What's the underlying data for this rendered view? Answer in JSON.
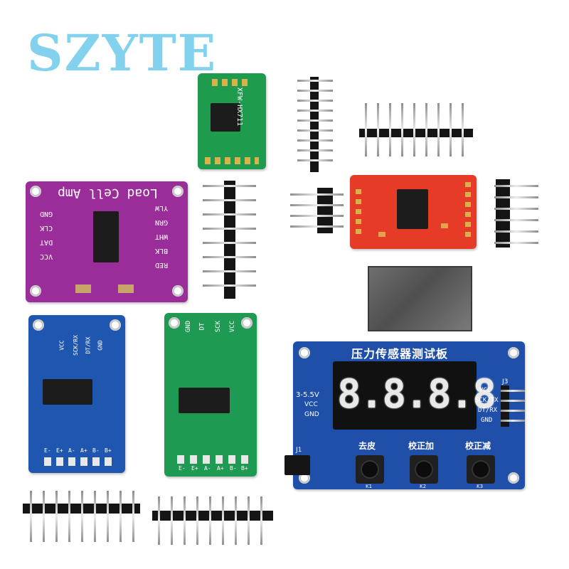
{
  "watermark": "SZYTE",
  "hx711_green_small": {
    "silk": "XFW-HX711"
  },
  "load_cell_amp": {
    "title": "Load Cell Amp",
    "left_pins": [
      "GND",
      "CLK",
      "DAT",
      "VCC"
    ],
    "right_pins": [
      "YLW",
      "GRN",
      "WHT",
      "BLK",
      "RED"
    ]
  },
  "blue_module": {
    "top_pins": [
      "VCC",
      "SCK/RX",
      "DT/RX",
      "GND"
    ],
    "bottom_pins": [
      "E-",
      "E+",
      "A-",
      "A+",
      "B-",
      "B+"
    ]
  },
  "green_module": {
    "top_pins": [
      "GND",
      "DT",
      "SCK",
      "VCC"
    ],
    "bottom_pins": [
      "E-",
      "E+",
      "A-",
      "A+",
      "B-",
      "B+"
    ]
  },
  "tester_board": {
    "title": "压力传感器测试板",
    "display_value": "8.8.8.8",
    "voltage": "3-5.5V",
    "vcc": "VCC",
    "gnd": "GND",
    "right_pins": [
      "VCC",
      "SCK/TX",
      "DT/RX",
      "GND"
    ],
    "connector": "J3",
    "jack": "J1",
    "buttons": [
      {
        "label": "去皮",
        "id": "K1"
      },
      {
        "label": "校正加",
        "id": "K2"
      },
      {
        "label": "校正减",
        "id": "K3"
      }
    ]
  }
}
